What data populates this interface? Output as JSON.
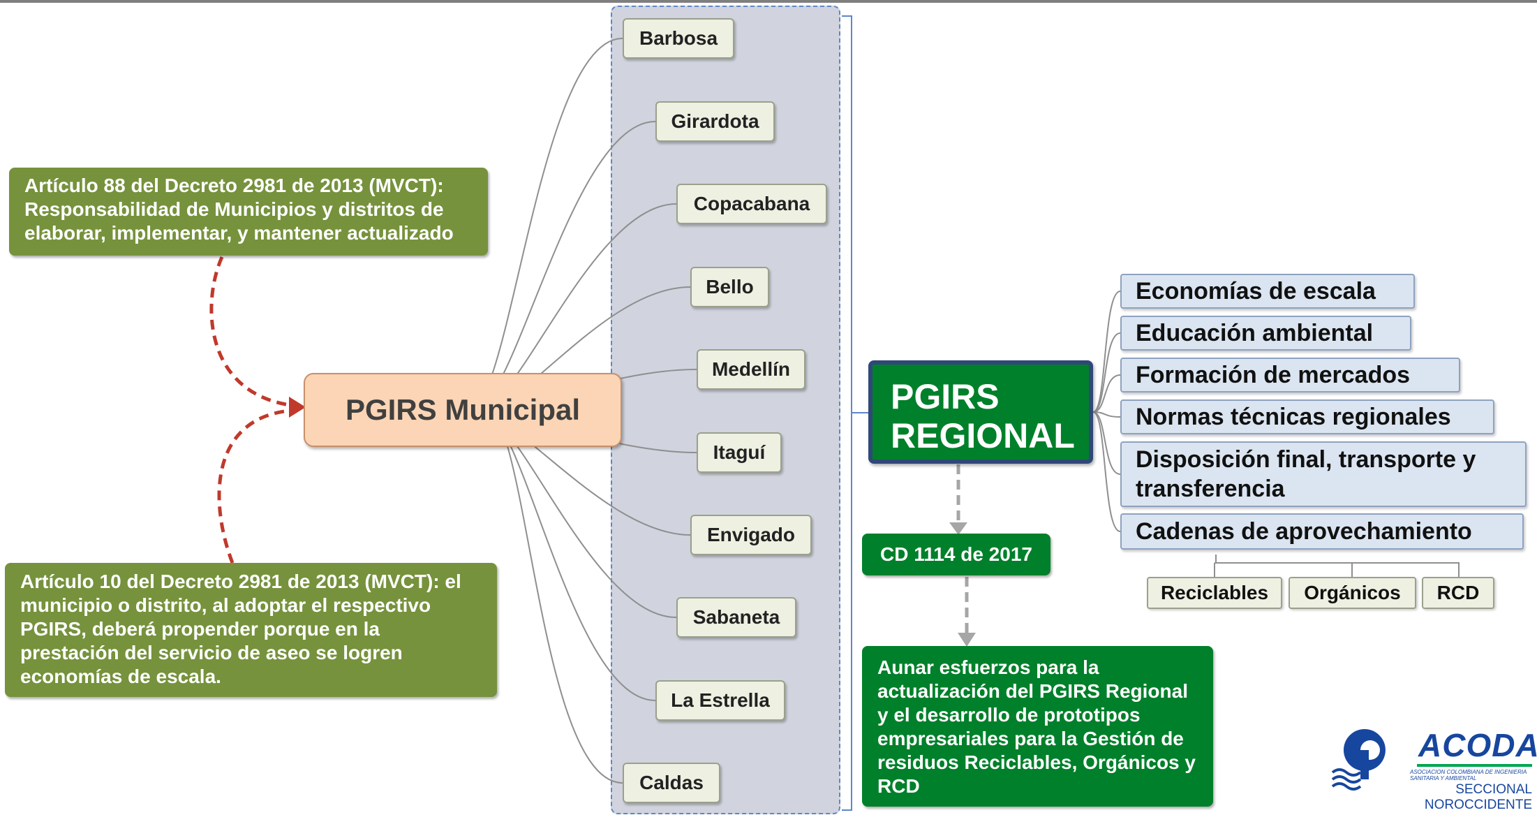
{
  "central": {
    "label": "PGIRS Municipal"
  },
  "municipalities": [
    "Barbosa",
    "Girardota",
    "Copacabana",
    "Bello",
    "Medellín",
    "Itaguí",
    "Envigado",
    "Sabaneta",
    "La Estrella",
    "Caldas"
  ],
  "notes": {
    "article88": "Artículo 88 del Decreto 2981 de 2013 (MVCT): Responsabilidad de Municipios y distritos de elaborar, implementar, y mantener actualizado",
    "article10": "Artículo 10 del Decreto 2981 de 2013 (MVCT): el municipio o distrito, al adoptar el respectivo PGIRS, deberá propender porque en la prestación del servicio de aseo se logren economías de escala."
  },
  "regional": {
    "line1": "PGIRS",
    "line2": "REGIONAL"
  },
  "cd": {
    "label": "CD 1114 de 2017"
  },
  "aunar": {
    "text": "Aunar esfuerzos para la actualización del PGIRS Regional y el desarrollo de prototipos empresariales para la Gestión de residuos Reciclables, Orgánicos y RCD"
  },
  "topics": [
    "Economías de escala",
    "Educación ambiental",
    "Formación de mercados",
    "Normas técnicas regionales",
    "Disposición final, transporte y transferencia",
    "Cadenas de aprovechamiento"
  ],
  "subtopics": [
    "Reciclables",
    "Orgánicos",
    "RCD"
  ],
  "logo": {
    "name": "ACODAL",
    "small": "ASOCIACION COLOMBIANA DE INGENIERIA SANITARIA Y AMBIENTAL",
    "subtitle": "SECCIONAL NOROCCIDENTE"
  },
  "colors": {
    "note_green": "#76923c",
    "dark_green": "#00802a",
    "central_fill": "#fbd5b5",
    "topic_fill": "#dbe5f1",
    "arrow_red": "#c0392b",
    "logo_blue": "#17469e"
  }
}
